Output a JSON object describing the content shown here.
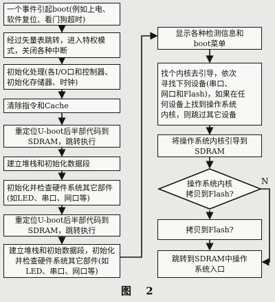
{
  "diagram": {
    "left_steps": [
      "一个事件引起boot(例如上电、\n软件复位、看门狗超时)",
      "经过矢量表跳转，进入特权模\n式，关闭各种中断",
      "初始化处理(各I/O口和控制器、\n初始化存储器、时钟)",
      "清除指令和Cache",
      "重定位U-boot后半部代码到\nSDRAM，跳转执行",
      "建立堆栈和初始化数据段",
      "初始化并检查硬件系统其它部件\n(如LED、串口、网口等)",
      "重定位U-boot后半部代码到\nSDRAM，跳转执行",
      "建立堆栈和初始数据段，初始化\n并检查硬件系统其它部件(如\nLED、串口、网口等)"
    ],
    "right_steps": [
      "显示各种检测信息和\nboot菜单",
      "找个内核去引导，依次\n寻找下列设备(串口、\n网口和Flash)，如果在任\n何设备上找到操作系统\n内核，则跳过其它设备",
      "将操作系统内核引导到\nSDRAM"
    ],
    "decision": "操作系统内核\n拷贝到Flash?",
    "decision_no_label": "N",
    "copy_step": "拷贝到Flash?",
    "final_step": "跳转到SDRAM中操作\n系统入口"
  },
  "caption": "图 2"
}
